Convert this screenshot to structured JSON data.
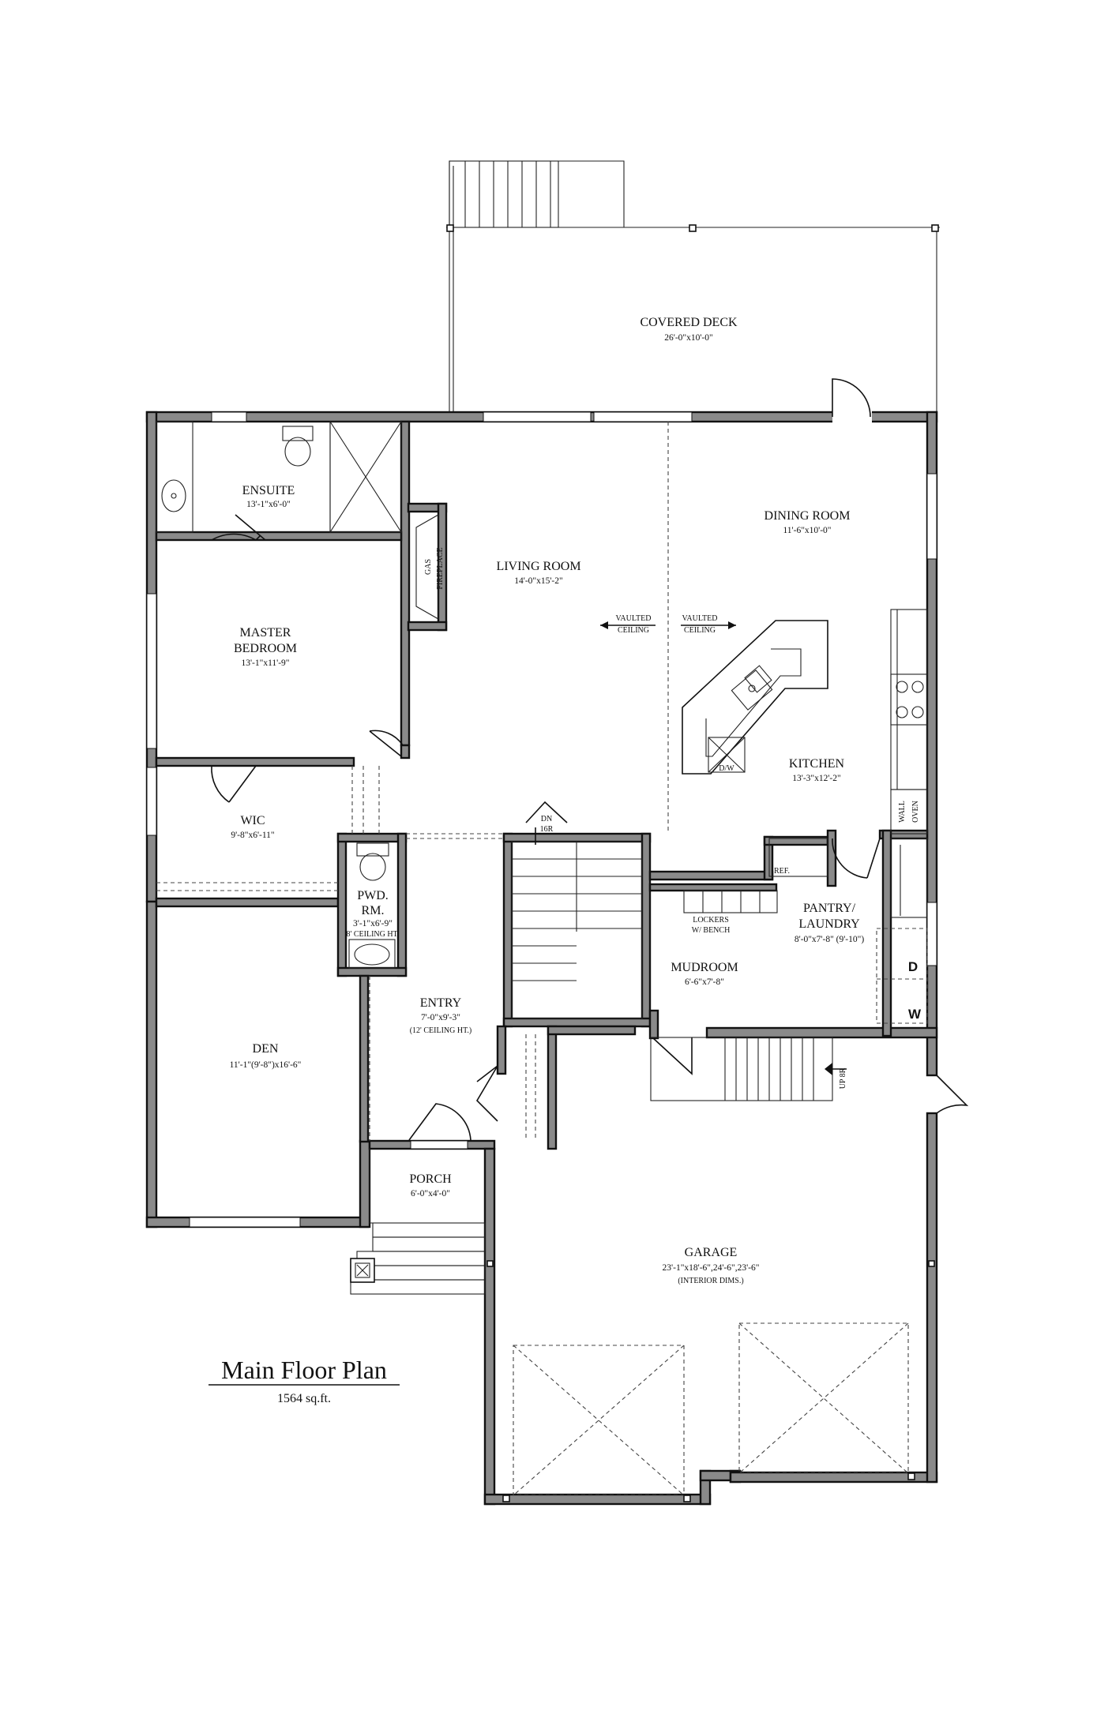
{
  "plan": {
    "title": "Main Floor Plan",
    "area": "1564 sq.ft.",
    "rooms": {
      "covered_deck": {
        "name": "COVERED DECK",
        "dims": "26'-0\"x10'-0\""
      },
      "ensuite": {
        "name": "ENSUITE",
        "dims": "13'-1\"x6'-0\""
      },
      "master_bedroom": {
        "name_line1": "MASTER",
        "name_line2": "BEDROOM",
        "dims": "13'-1\"x11'-9\""
      },
      "living_room": {
        "name": "LIVING ROOM",
        "dims": "14'-0\"x15'-2\""
      },
      "dining_room": {
        "name": "DINING ROOM",
        "dims": "11'-6\"x10'-0\""
      },
      "kitchen": {
        "name": "KITCHEN",
        "dims": "13'-3\"x12'-2\""
      },
      "wic": {
        "name": "WIC",
        "dims": "9'-8\"x6'-11\""
      },
      "powder_room": {
        "name_line1": "PWD.",
        "name_line2": "RM.",
        "dims": "3'-1\"x6'-9\"",
        "note": "8' CEILING HT."
      },
      "pantry_laundry": {
        "name_line1": "PANTRY/",
        "name_line2": "LAUNDRY",
        "dims": "8'-0\"x7'-8\" (9'-10\")"
      },
      "mudroom": {
        "name": "MUDROOM",
        "dims": "6'-6\"x7'-8\""
      },
      "entry": {
        "name": "ENTRY",
        "dims": "7'-0\"x9'-3\"",
        "note": "(12' CEILING HT.)"
      },
      "den": {
        "name": "DEN",
        "dims": "11'-1\"(9'-8\")x16'-6\""
      },
      "porch": {
        "name": "PORCH",
        "dims": "6'-0\"x4'-0\""
      },
      "garage": {
        "name": "GARAGE",
        "dims": "23'-1\"x18'-6\",24'-6\",23'-6\"",
        "note": "(INTERIOR DIMS.)"
      }
    },
    "labels": {
      "gas": "GAS",
      "fireplace": "FIREPLACE",
      "vaulted_line1": "VAULTED",
      "vaulted_line2": "CEILING",
      "dw": "D/W",
      "wall": "WALL",
      "oven": "OVEN",
      "ref": "REF.",
      "lockers_line1": "LOCKERS",
      "lockers_line2": "W/ BENCH",
      "stair_down": "DN",
      "stair_down_count": "16R",
      "stair_up": "UP 8R",
      "dryer": "D",
      "washer": "W"
    }
  }
}
